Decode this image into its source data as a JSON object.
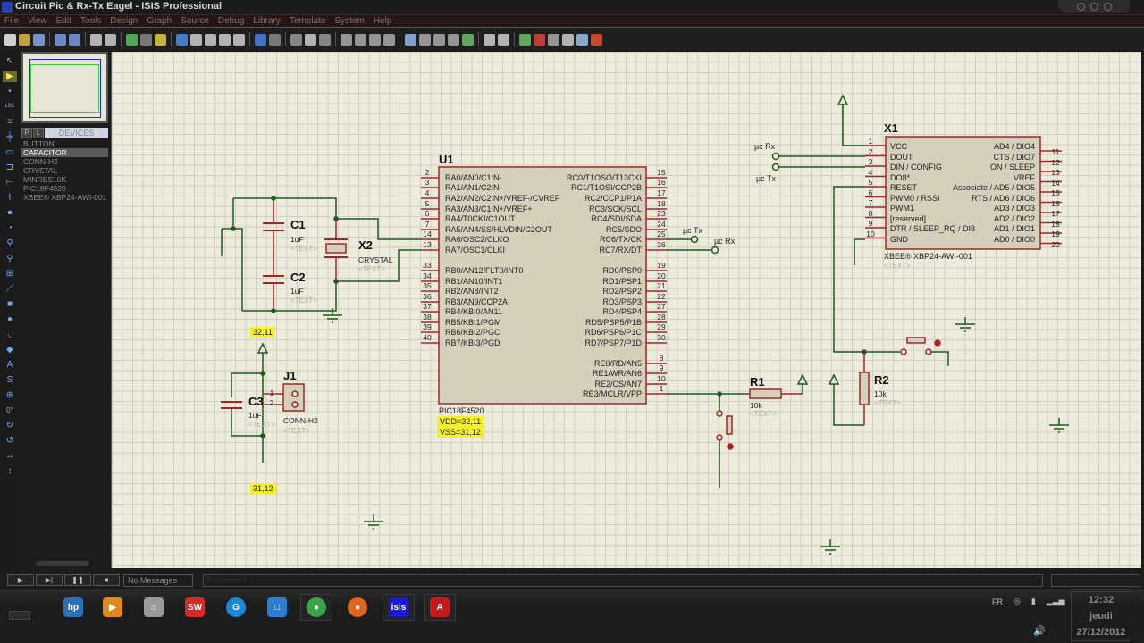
{
  "window": {
    "title": "Circuit Pic & Rx-Tx Eagel - ISIS Professional"
  },
  "menu": [
    "File",
    "View",
    "Edit",
    "Tools",
    "Design",
    "Graph",
    "Source",
    "Debug",
    "Library",
    "Template",
    "System",
    "Help"
  ],
  "toolbar": {
    "buttons": [
      "new-file",
      "open-file",
      "save-file",
      "import-section",
      "export-section",
      "print",
      "print-area",
      "redraw",
      "grid-toggle",
      "origin",
      "pan",
      "zoom-in",
      "zoom-out",
      "zoom-all",
      "zoom-area",
      "undo",
      "redo",
      "cut",
      "copy",
      "paste",
      "block-copy",
      "block-move",
      "block-rotate",
      "block-delete",
      "pick-device",
      "make-device",
      "packaging-tool",
      "decompose",
      "wire-autorouter",
      "search-tag",
      "property-assignment",
      "new-sheet",
      "remove-sheet",
      "goto-child",
      "bill-of-materials",
      "electrical-rule-check",
      "netlist-to-ares"
    ]
  },
  "left_tools": [
    "selection-mode",
    "component-mode",
    "junction-dot",
    "wire-label",
    "text-script",
    "buses",
    "subcircuit",
    "terminals",
    "device-pins",
    "graph",
    "tape-recorder",
    "generator",
    "voltage-probe",
    "current-probe",
    "virtual-instruments",
    "line-2d",
    "box-2d",
    "circle-2d",
    "arc-2d",
    "path-2d",
    "text-2d",
    "symbols-2d",
    "markers-2d",
    "rotate-clockwise",
    "rotate-anticlockwise",
    "x-mirror",
    "y-mirror"
  ],
  "rotation_readout": "0°",
  "devices": {
    "tab_p": "P",
    "tab_l": "L",
    "header": "DEVICES",
    "items": [
      "BUTTON",
      "CAPACITOR",
      "CONN-H2",
      "CRYSTAL",
      "MINRES10K",
      "PIC18F4520",
      "XBEE® XBP24-AWI-001"
    ],
    "selected": "CAPACITOR"
  },
  "schematic": {
    "U1": {
      "ref": "U1",
      "part": "PIC18F4520",
      "vdd": "VDD=32,11",
      "vss": "VSS=31,12",
      "left_pins": [
        {
          "n": "2",
          "name": "RA0/AN0/C1IN-"
        },
        {
          "n": "3",
          "name": "RA1/AN1/C2IN-"
        },
        {
          "n": "4",
          "name": "RA2/AN2/C2IN+/VREF-/CVREF"
        },
        {
          "n": "5",
          "name": "RA3/AN3/C1IN+/VREF+"
        },
        {
          "n": "6",
          "name": "RA4/T0CKI/C1OUT"
        },
        {
          "n": "7",
          "name": "RA5/AN4/SS/HLVDIN/C2OUT"
        },
        {
          "n": "14",
          "name": "RA6/OSC2/CLKO"
        },
        {
          "n": "13",
          "name": "RA7/OSC1/CLKI"
        },
        {
          "n": "33",
          "name": "RB0/AN12/FLT0/INT0"
        },
        {
          "n": "34",
          "name": "RB1/AN10/INT1"
        },
        {
          "n": "35",
          "name": "RB2/AN8/INT2"
        },
        {
          "n": "36",
          "name": "RB3/AN9/CCP2A"
        },
        {
          "n": "37",
          "name": "RB4/KBI0/AN11"
        },
        {
          "n": "38",
          "name": "RB5/KBI1/PGM"
        },
        {
          "n": "39",
          "name": "RB6/KBI2/PGC"
        },
        {
          "n": "40",
          "name": "RB7/KBI3/PGD"
        }
      ],
      "right_pins": [
        {
          "n": "15",
          "name": "RC0/T1OSO/T13CKI"
        },
        {
          "n": "16",
          "name": "RC1/T1OSI/CCP2B"
        },
        {
          "n": "17",
          "name": "RC2/CCP1/P1A"
        },
        {
          "n": "18",
          "name": "RC3/SCK/SCL"
        },
        {
          "n": "23",
          "name": "RC4/SDI/SDA"
        },
        {
          "n": "24",
          "name": "RC5/SDO"
        },
        {
          "n": "25",
          "name": "RC6/TX/CK"
        },
        {
          "n": "26",
          "name": "RC7/RX/DT"
        },
        {
          "n": "19",
          "name": "RD0/PSP0"
        },
        {
          "n": "20",
          "name": "RD1/PSP1"
        },
        {
          "n": "21",
          "name": "RD2/PSP2"
        },
        {
          "n": "22",
          "name": "RD3/PSP3"
        },
        {
          "n": "27",
          "name": "RD4/PSP4"
        },
        {
          "n": "28",
          "name": "RD5/PSP5/P1B"
        },
        {
          "n": "29",
          "name": "RD6/PSP6/P1C"
        },
        {
          "n": "30",
          "name": "RD7/PSP7/P1D"
        },
        {
          "n": "8",
          "name": "RE0/RD/AN5"
        },
        {
          "n": "9",
          "name": "RE1/WR/AN6"
        },
        {
          "n": "10",
          "name": "RE2/CS/AN7"
        },
        {
          "n": "1",
          "name": "RE3/MCLR/VPP"
        }
      ]
    },
    "X1": {
      "ref": "X1",
      "part": "XBEE® XBP24-AWI-001",
      "text": "<TEXT>",
      "left_pins": [
        {
          "n": "1",
          "name": "VCC"
        },
        {
          "n": "2",
          "name": "DOUT"
        },
        {
          "n": "3",
          "name": "DIN / CONFIG"
        },
        {
          "n": "4",
          "name": "DO8*"
        },
        {
          "n": "5",
          "name": "RESET"
        },
        {
          "n": "6",
          "name": "PWM0 / RSSI"
        },
        {
          "n": "7",
          "name": "PWM1"
        },
        {
          "n": "8",
          "name": "[reserved]"
        },
        {
          "n": "9",
          "name": "DTR / SLEEP_RQ / DI8"
        },
        {
          "n": "10",
          "name": "GND"
        }
      ],
      "right_pins": [
        {
          "n": "11",
          "name": "AD4 / DIO4"
        },
        {
          "n": "12",
          "name": "CTS / DIO7"
        },
        {
          "n": "13",
          "name": "ON / SLEEP"
        },
        {
          "n": "14",
          "name": "VREF"
        },
        {
          "n": "15",
          "name": "Associate / AD5 / DIO5"
        },
        {
          "n": "16",
          "name": "RTS / AD6 / DIO6"
        },
        {
          "n": "17",
          "name": "AD3 / DIO3"
        },
        {
          "n": "18",
          "name": "AD2 / DIO2"
        },
        {
          "n": "19",
          "name": "AD1 / DIO1"
        },
        {
          "n": "20",
          "name": "AD0 / DIO0"
        }
      ]
    },
    "C1": {
      "ref": "C1",
      "value": "1uF",
      "text": "<TEXT>"
    },
    "C2": {
      "ref": "C2",
      "value": "1uF",
      "text": "<TEXT>"
    },
    "C3": {
      "ref": "C3",
      "value": "1uF",
      "text": "<TEXT>"
    },
    "X2": {
      "ref": "X2",
      "value": "CRYSTAL",
      "text": "<TEXT>"
    },
    "J1": {
      "ref": "J1",
      "value": "CONN-H2",
      "text": "<TEXT>",
      "pin1": "1",
      "pin2": "2"
    },
    "R1": {
      "ref": "R1",
      "value": "10k",
      "text": "<TEXT>"
    },
    "R2": {
      "ref": "R2",
      "value": "10k",
      "text": "<TEXT>"
    },
    "labels": {
      "uc_tx": "µc Tx",
      "uc_rx": "µc Rx",
      "net_vdd": "32,11",
      "net_vss": "31,12"
    }
  },
  "status": {
    "sim_buttons": [
      "play",
      "step",
      "pause",
      "stop"
    ],
    "messages": "No Messages",
    "sheet": "Root sheet 1"
  },
  "taskbar": {
    "apps": [
      {
        "name": "hp-app",
        "label": "hp",
        "color": "#2c6fb5"
      },
      {
        "name": "media-player",
        "label": "▶",
        "color": "#e08a1e"
      },
      {
        "name": "file-library",
        "label": "⌂",
        "color": "#9a9a9a"
      },
      {
        "name": "solidworks",
        "label": "SW",
        "color": "#d42a2a"
      },
      {
        "name": "app-g",
        "label": "G",
        "color": "#1a8ad8"
      },
      {
        "name": "vmware",
        "label": "□",
        "color": "#2a7fd0"
      },
      {
        "name": "chrome",
        "label": "●",
        "color": "#3aa34a"
      },
      {
        "name": "firefox",
        "label": "●",
        "color": "#e0661e"
      },
      {
        "name": "isis",
        "label": "isis",
        "color": "#1a1ad0"
      },
      {
        "name": "acrobat",
        "label": "A",
        "color": "#c41a1a"
      }
    ],
    "tray": {
      "lang": "FR",
      "time": "12:32",
      "day": "jeudi",
      "date": "27/12/2012"
    }
  }
}
